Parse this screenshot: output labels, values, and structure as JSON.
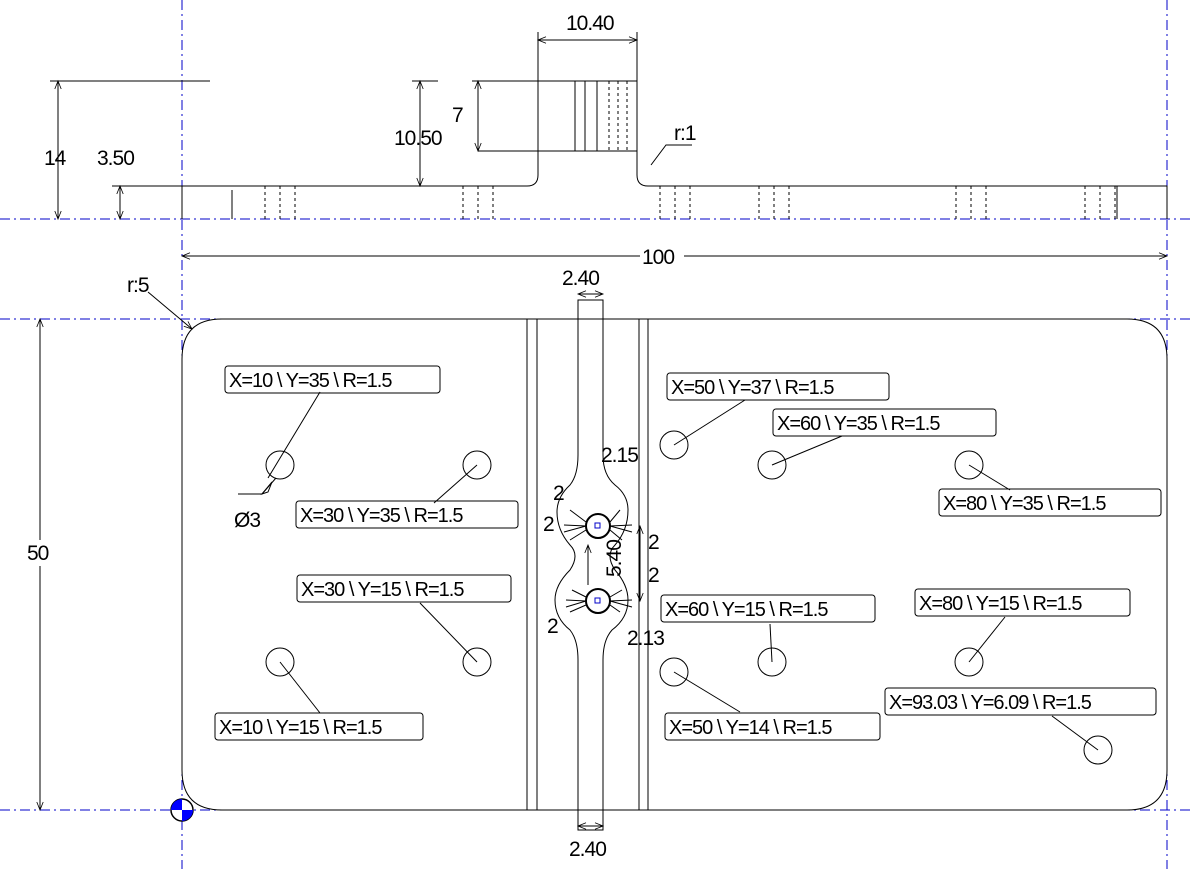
{
  "dimensions": {
    "top_width": "10.40",
    "height_7": "7",
    "height_1050": "10.50",
    "height_14": "14",
    "height_350": "3.50",
    "radius_r1": "r:1",
    "length_100": "100",
    "radius_r5": "r:5",
    "slot_width_top": "2.40",
    "slot_width_bottom": "2.40",
    "height_50": "50",
    "dia_03": "Ø3",
    "neck_215": "2.15",
    "neck_213": "2.13",
    "dim_2_a": "2",
    "dim_2_b": "2",
    "dim_2_c": "2",
    "dim_2_d": "2",
    "dim_2_e": "2",
    "center_dist": "5.40"
  },
  "hole_labels": [
    "X=10 \\ Y=35 \\ R=1.5",
    "X=30 \\ Y=35 \\ R=1.5",
    "X=30 \\ Y=15 \\ R=1.5",
    "X=10 \\ Y=15 \\ R=1.5",
    "X=50 \\ Y=37 \\ R=1.5",
    "X=60 \\ Y=35 \\ R=1.5",
    "X=80 \\ Y=35 \\ R=1.5",
    "X=60 \\ Y=15 \\ R=1.5",
    "X=80 \\ Y=15 \\ R=1.5",
    "X=50 \\ Y=14 \\ R=1.5",
    "X=93.03 \\ Y=6.09 \\ R=1.5"
  ],
  "colors": {
    "centerline": "#0000c8",
    "origin_marker": "#0000ff",
    "lines": "#000000"
  }
}
